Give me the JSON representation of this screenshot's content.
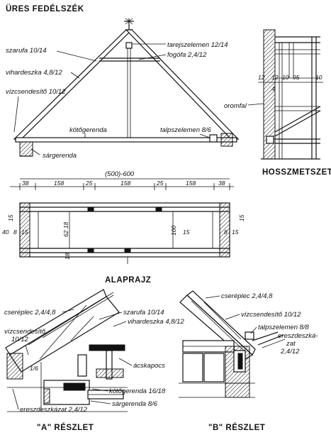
{
  "title": "ÜRES FEDÉLSZÉK",
  "labels": {
    "szarufa": "szarufa 10/14",
    "vihardeszka": "vihardeszka 4,8/12",
    "vizcsendesito": "vízcsendesítő 10/12",
    "kotogerenda": "kötőgerenda",
    "sargerenda": "sárgerenda",
    "tarejszelemen": "tarejszelemen 12/14",
    "fogofa": "fogófa 2,4/12",
    "talpszelemen": "talpszelemen 8/6",
    "oromfal": "oromfal"
  },
  "longitudinal_dims": [
    "12",
    "12",
    "10",
    "95",
    "10",
    "4"
  ],
  "views": {
    "longitudinal": "HOSSZMETSZET",
    "plan": "ALAPRAJZ",
    "detail_a": "\"A\" RÉSZLET",
    "detail_b": "\"B\" RÉSZLET"
  },
  "plan": {
    "overall": "(500)-600",
    "dims": [
      "38",
      "158",
      "25",
      "158",
      "25",
      "158",
      "38"
    ],
    "side": [
      "40",
      "8",
      "15",
      "15",
      "8",
      "15"
    ],
    "inner_a": "62 18",
    "inner_b": "100",
    "inner_c": "18",
    "inner_d": "15"
  },
  "detail_a": {
    "cserepleс": "cseréplec 2,4/4,8",
    "vizcsendesito_1": "vízcsendesítő",
    "vizcsendesito_2": "10/12",
    "szarufa": "szarufa 10/14",
    "vihardeszka": "vihardeszka 4,8/12",
    "acskapocs": "ácskapocs",
    "kotogerenda": "kötőgerenda 16/18",
    "sargerenda": "sárgerenda 8/6",
    "ereszdeszkazat": "ereszdeszkázat 2,4/12",
    "slope": "1/6"
  },
  "detail_b": {
    "cserepleс": "cseréplec 2,4/4,8",
    "vizcsendesito": "vízcsendesítő 10/12",
    "talpszelemen": "talpszelemen 8/8",
    "ereszdeszka_1": "ereszdeszká-",
    "ereszdeszka_2": "zat",
    "ereszdeszka_3": "2,4/12"
  }
}
